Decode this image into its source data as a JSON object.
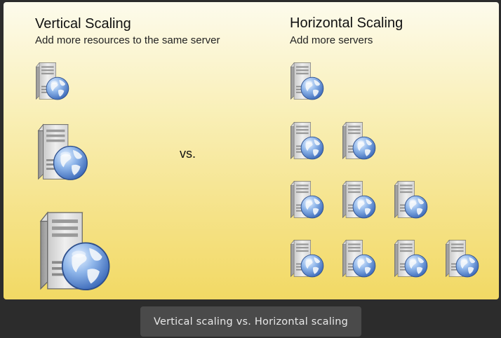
{
  "vertical": {
    "title": "Vertical Scaling",
    "subtitle": "Add more resources to the same server"
  },
  "vs_label": "vs.",
  "horizontal": {
    "title": "Horizontal Scaling",
    "subtitle": "Add more servers"
  },
  "caption": "Vertical scaling vs. Horizontal scaling",
  "icons": {
    "server": "server-with-globe-icon"
  },
  "colors": {
    "background_top": "#fdfbec",
    "background_bottom": "#f2d964",
    "caption_bg": "#4a4a4a"
  }
}
